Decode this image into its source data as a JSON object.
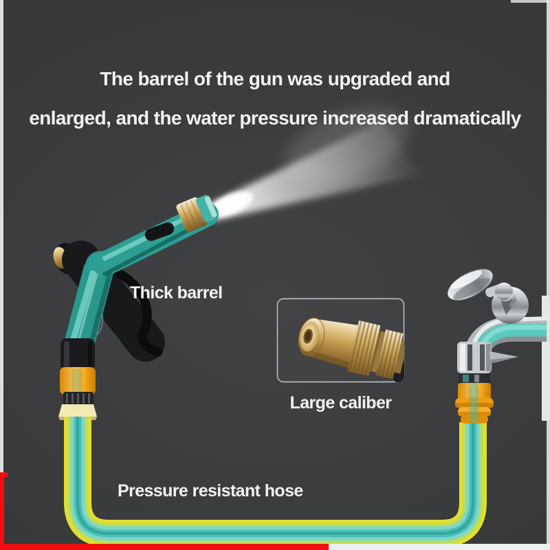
{
  "headline": {
    "line1": "The barrel of the gun was upgraded and",
    "line2": "enlarged, and the water pressure increased dramatically"
  },
  "labels": {
    "thick_barrel": "Thick barrel",
    "large_caliber": "Large caliber",
    "pressure_hose": "Pressure resistant hose"
  },
  "colors": {
    "background": "#3a3b3d",
    "text": "#f2f2f2",
    "gun_teal": "#2e9e92",
    "hose_yellow": "#e4de2e",
    "hose_teal": "#49c0b8",
    "brass": "#c8a257",
    "connector_orange": "#f5a81f",
    "chrome": "#c3c7ca",
    "corner_red": "#f01010",
    "edge_light": "#dfe3e3"
  }
}
